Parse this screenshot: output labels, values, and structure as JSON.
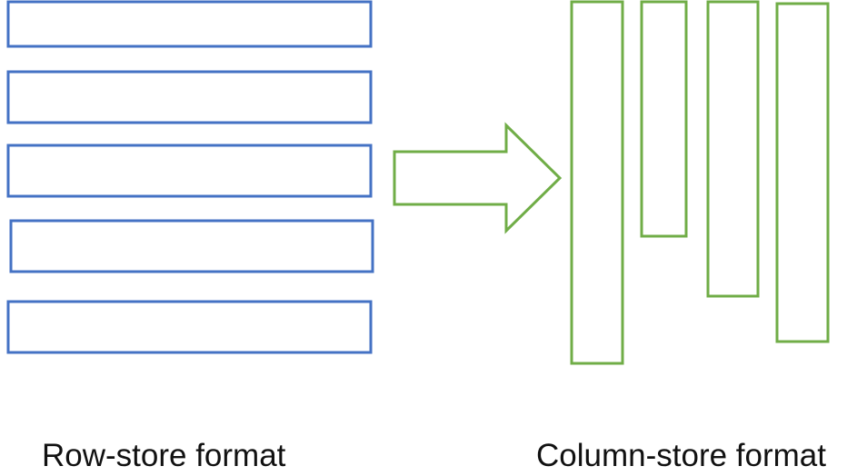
{
  "labels": {
    "row_store": "Row-store format",
    "column_store": "Column-store format"
  },
  "colors": {
    "row_store_outline": "#4472c4",
    "column_store_outline": "#70ad47",
    "arrow_outline": "#70ad47",
    "text": "#111111",
    "background": "#ffffff"
  },
  "row_store": {
    "record_count": 5
  },
  "column_store": {
    "column_count": 4
  }
}
